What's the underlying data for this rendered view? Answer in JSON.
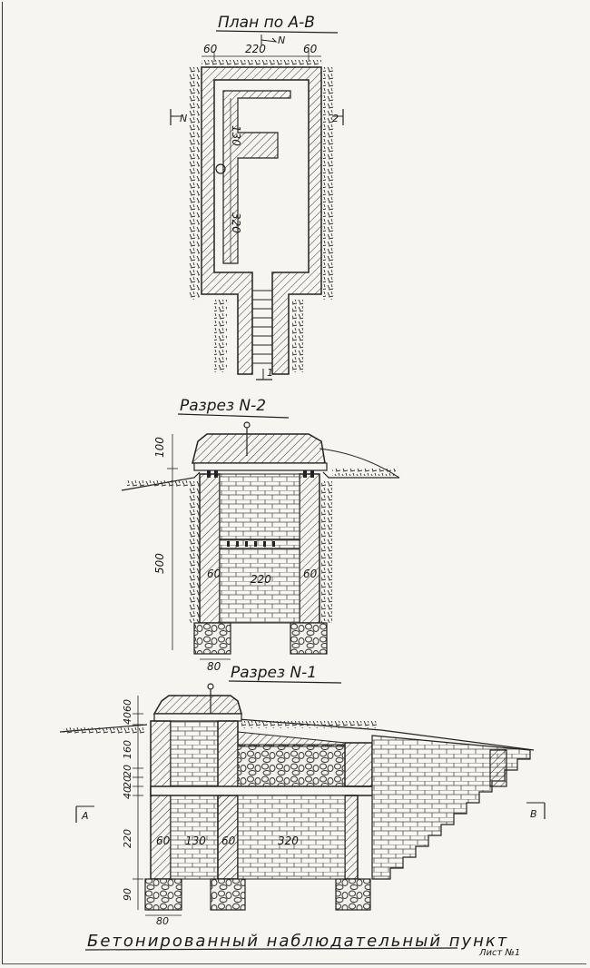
{
  "titles": {
    "plan": "План по А-В",
    "section2": "Разрез N-2",
    "section1": "Разрез N-1"
  },
  "plan": {
    "dims_top": [
      "60",
      "220",
      "60"
    ],
    "dims_inner": [
      "130",
      "320"
    ],
    "north": "N",
    "cut_left": "N",
    "cut_right": "2",
    "cut_bottom": "1"
  },
  "section2": {
    "dim_left": [
      "100",
      "500"
    ],
    "dims_bottom": [
      "60",
      "220",
      "60"
    ],
    "dim_footing": "80"
  },
  "section1": {
    "dim_left": [
      "60",
      "40",
      "160",
      "20",
      "20",
      "40",
      "220",
      "90"
    ],
    "dims_bottom": [
      "60",
      "130",
      "60",
      "320"
    ],
    "dim_footing": "80",
    "cut_left": "A",
    "cut_right": "B"
  },
  "caption": "Бетонированный наблюдательный пункт",
  "sheet_number": "Лист №1"
}
